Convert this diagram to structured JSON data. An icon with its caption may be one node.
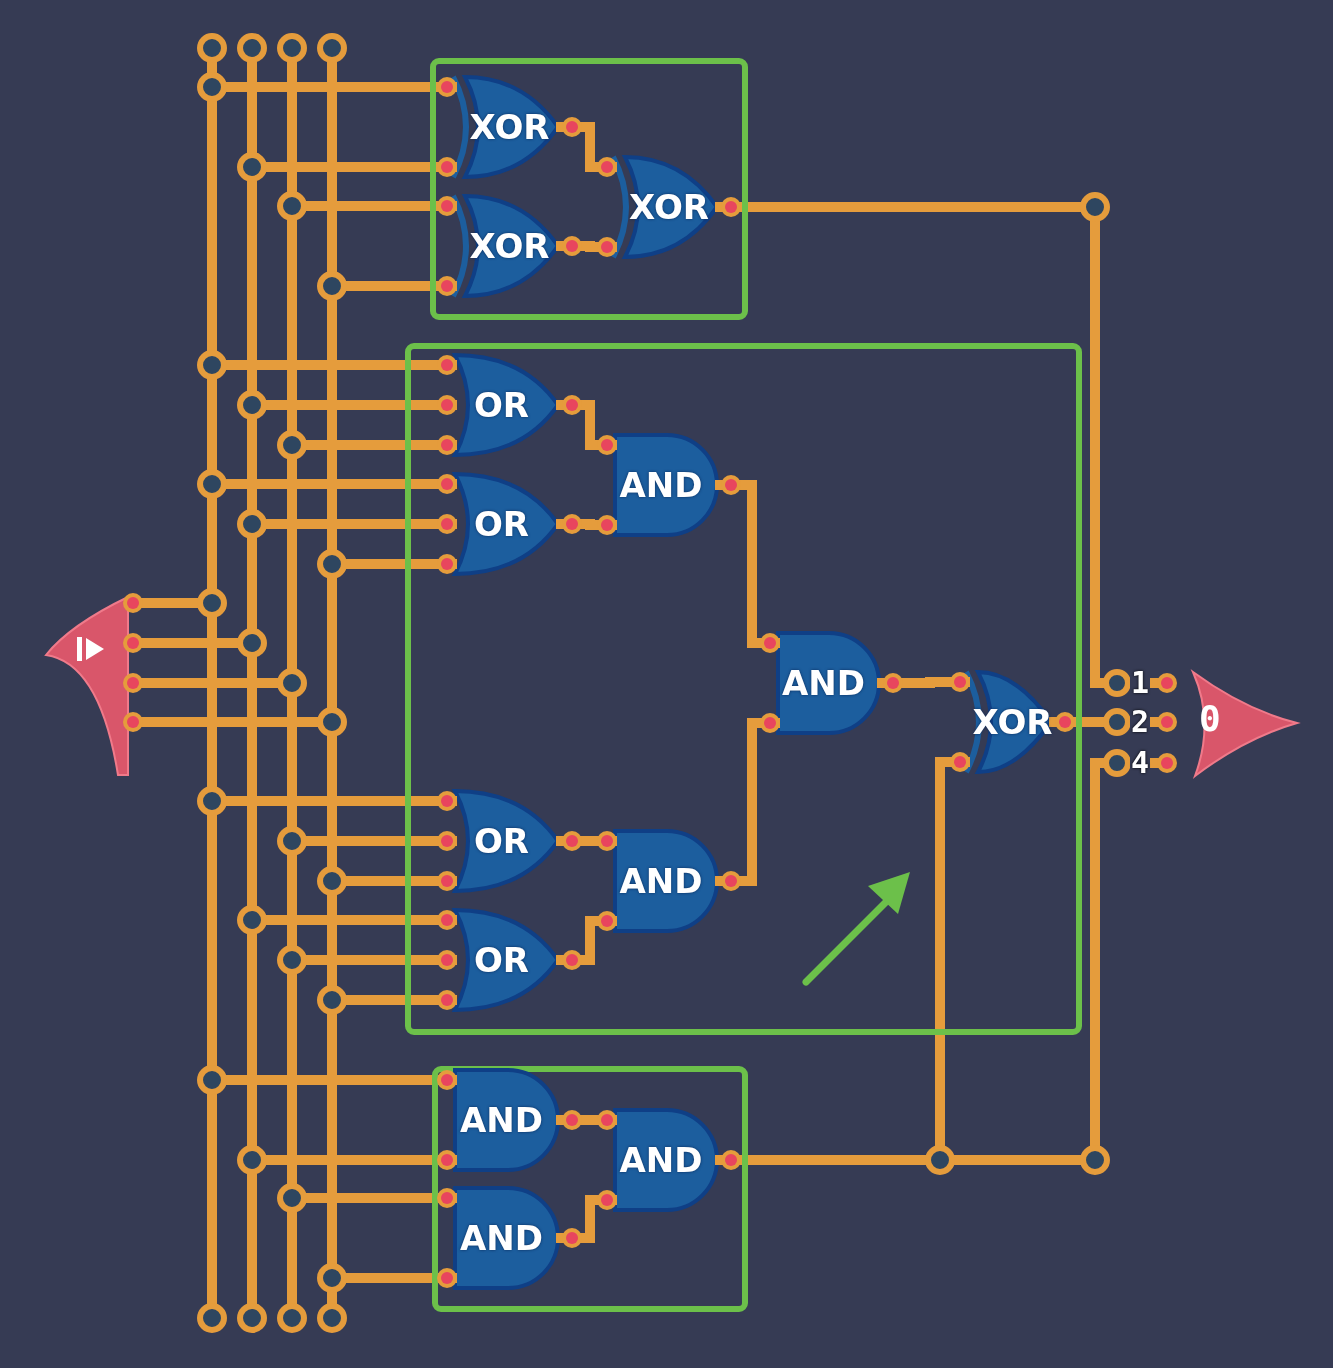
{
  "diagram": {
    "nodes": [
      {
        "text": [],
        "shape": "triangle"
      },
      {
        "text": [],
        "shape": "box"
      },
      {
        "text": [
          "XOR"
        ],
        "in": 1
      },
      {
        "text": [
          "XOR"
        ],
        "in": 1
      },
      {
        "text": [
          "XOR"
        ],
        "in": 1
      },
      {
        "text": [],
        "shape": "box"
      },
      {
        "text": [
          "OR"
        ],
        "in": 5
      },
      {
        "text": [
          "OR"
        ],
        "in": 5
      },
      {
        "text": [
          "AND"
        ],
        "in": 5
      },
      {
        "text": [
          "AND"
        ],
        "in": 5
      },
      {
        "text": [
          "XOR"
        ],
        "in": 5
      },
      {
        "text": [
          "OR"
        ],
        "in": 5
      },
      {
        "text": [
          "OR"
        ],
        "in": 5
      },
      {
        "text": [
          "AND"
        ],
        "in": 5
      },
      {
        "text": [],
        "shape": "box"
      },
      {
        "text": [
          "AND"
        ],
        "in": 14
      },
      {
        "text": [
          "AND"
        ],
        "in": 14
      },
      {
        "text": [
          "AND"
        ],
        "in": 14
      },
      {
        "text": [
          "0"
        ],
        "beside": [
          "1",
          "2",
          "4"
        ]
      }
    ],
    "edges": [
      {
        "from": 0,
        "to": 2,
        "arrow": "none"
      },
      {
        "from": 0,
        "to": 2,
        "arrow": "none"
      },
      {
        "from": 0,
        "to": 3,
        "arrow": "none"
      },
      {
        "from": 0,
        "to": 3,
        "arrow": "none"
      },
      {
        "from": 0,
        "to": 6,
        "arrow": "none"
      },
      {
        "from": 0,
        "to": 6,
        "arrow": "none"
      },
      {
        "from": 0,
        "to": 6,
        "arrow": "none"
      },
      {
        "from": 0,
        "to": 7,
        "arrow": "none"
      },
      {
        "from": 0,
        "to": 7,
        "arrow": "none"
      },
      {
        "from": 0,
        "to": 7,
        "arrow": "none"
      },
      {
        "from": 0,
        "to": 11,
        "arrow": "none"
      },
      {
        "from": 0,
        "to": 11,
        "arrow": "none"
      },
      {
        "from": 0,
        "to": 11,
        "arrow": "none"
      },
      {
        "from": 0,
        "to": 12,
        "arrow": "none"
      },
      {
        "from": 0,
        "to": 12,
        "arrow": "none"
      },
      {
        "from": 0,
        "to": 12,
        "arrow": "none"
      },
      {
        "from": 0,
        "to": 15,
        "arrow": "none"
      },
      {
        "from": 0,
        "to": 15,
        "arrow": "none"
      },
      {
        "from": 0,
        "to": 16,
        "arrow": "none"
      },
      {
        "from": 0,
        "to": 16,
        "arrow": "none"
      },
      {
        "from": 2,
        "to": 4,
        "arrow": "none"
      },
      {
        "from": 3,
        "to": 4,
        "arrow": "none"
      },
      {
        "from": 6,
        "to": 8,
        "arrow": "none"
      },
      {
        "from": 7,
        "to": 8,
        "arrow": "none"
      },
      {
        "from": 8,
        "to": 9,
        "arrow": "none"
      },
      {
        "from": 13,
        "to": 9,
        "arrow": "none"
      },
      {
        "from": 9,
        "to": 10,
        "arrow": "none"
      },
      {
        "from": 17,
        "to": 10,
        "arrow": "none"
      },
      {
        "from": 11,
        "to": 13,
        "arrow": "none"
      },
      {
        "from": 12,
        "to": 13,
        "arrow": "none"
      },
      {
        "from": 15,
        "to": 17,
        "arrow": "none"
      },
      {
        "from": 16,
        "to": 17,
        "arrow": "none"
      },
      {
        "from": 4,
        "to": 18,
        "arrow": "none"
      },
      {
        "from": 10,
        "to": 18,
        "arrow": "none"
      },
      {
        "from": 17,
        "to": 18,
        "arrow": "none"
      }
    ]
  }
}
